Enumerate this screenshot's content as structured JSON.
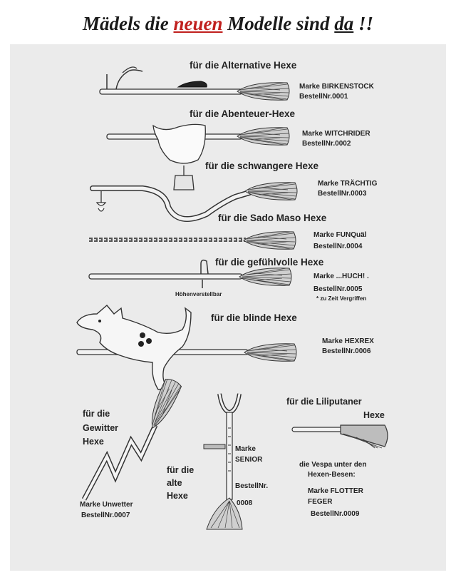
{
  "headline": {
    "part1": "Mädels die",
    "highlight": "neuen",
    "part2": "Modelle sind",
    "underlined": "da",
    "end": "!!"
  },
  "brooms": [
    {
      "title": "für die Alternative Hexe",
      "brand": "Marke BIRKENSTOCK",
      "order": "BestellNr.0001"
    },
    {
      "title": "für die Abenteuer-Hexe",
      "brand": "Marke WITCHRIDER",
      "order": "BestellNr.0002"
    },
    {
      "title": "für die schwangere Hexe",
      "brand": "Marke TRÄCHTIG",
      "order": "BestellNr.0003"
    },
    {
      "title": "für die Sado Maso Hexe",
      "brand": "Marke FUNQuäl",
      "order": "BestellNr.0004"
    },
    {
      "title": "für die gefühlvolle Hexe",
      "brand": "Marke ...HUCH! .",
      "order": "BestellNr.0005",
      "note": "* zu Zeit Vergriffen",
      "adjust_label": "Höhenverstellbar"
    },
    {
      "title": "für die blinde Hexe",
      "brand": "Marke HEXREX",
      "order": "BestellNr.0006"
    }
  ],
  "storm": {
    "title_line1": "für die",
    "title_line2": "Gewitter",
    "title_line3": "Hexe",
    "brand": "Marke Unwetter",
    "order": "BestellNr.0007"
  },
  "old": {
    "title_line1": "für die",
    "title_line2": "alte",
    "title_line3": "Hexe",
    "brand_line1": "Marke",
    "brand_line2": "SENIOR",
    "order_line1": "BestellNr.",
    "order_line2": "0008"
  },
  "lilliput": {
    "title_line1": "für die Liliputaner",
    "title_line2": "Hexe",
    "desc_line1": "die Vespa unter den",
    "desc_line2": "Hexen-Besen:",
    "brand_line1": "Marke FLOTTER",
    "brand_line2": "FEGER",
    "order": "BestellNr.0009"
  },
  "icons": [
    "broom-icon",
    "sandal-icon",
    "saddle-icon",
    "pacifier-icon",
    "chain-icon",
    "hook-icon",
    "dog-icon",
    "lightning-icon",
    "crutch-icon",
    "hand-brush-icon"
  ]
}
